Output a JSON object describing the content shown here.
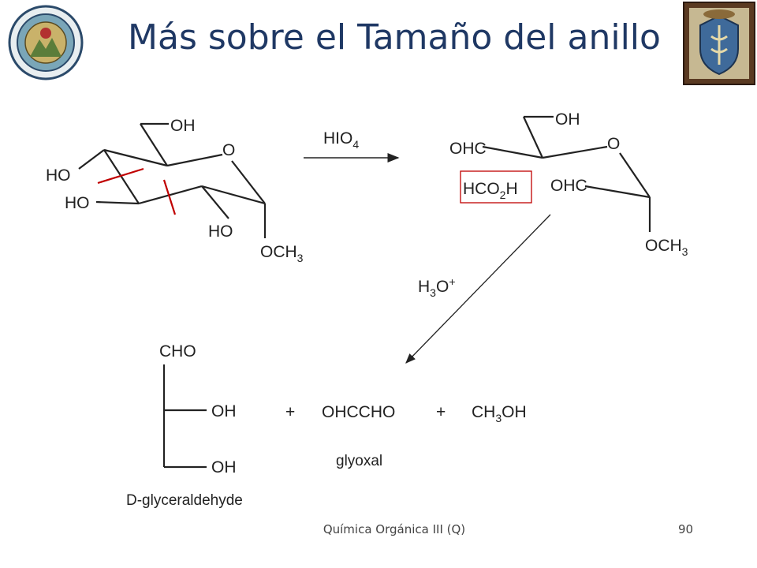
{
  "slide": {
    "title": "Más sobre el Tamaño del anillo",
    "footer_text": "Química Orgánica III (Q)",
    "page_number": "90"
  },
  "seals": {
    "left": "university-seal",
    "right": "faculty-crest"
  },
  "reactant": {
    "ring_oxygen": "O",
    "oh_top": "OH",
    "ho_left_1": "HO",
    "ho_left_2": "HO",
    "ho_bottom": "HO",
    "och3": "OCH",
    "och3_sub": "3"
  },
  "reagent_1": {
    "text": "HIO",
    "sub": "4"
  },
  "product_1": {
    "oh_top": "OH",
    "ohc_left": "OHC",
    "ring_oxygen": "O",
    "ohc_right": "OHC",
    "och3": "OCH",
    "och3_sub": "3",
    "byproduct": "HCO",
    "byproduct_sub": "2",
    "byproduct_tail": "H"
  },
  "reagent_2": {
    "text": "H",
    "sub": "3",
    "tail": "O",
    "sup": "+"
  },
  "final_products": {
    "cho": "CHO",
    "oh_1": "OH",
    "oh_2": "OH",
    "glyceraldehyde_label": "D-glyceraldehyde",
    "plus_1": "+",
    "glyoxal_formula": "OHCCHO",
    "plus_2": "+",
    "methanol": "CH",
    "methanol_sub": "3",
    "methanol_tail": "OH",
    "glyoxal_label": "glyoxal"
  },
  "colors": {
    "title": "#1f3864",
    "cleavage_marks": "#c00000",
    "highlight_box": "#c00000"
  }
}
